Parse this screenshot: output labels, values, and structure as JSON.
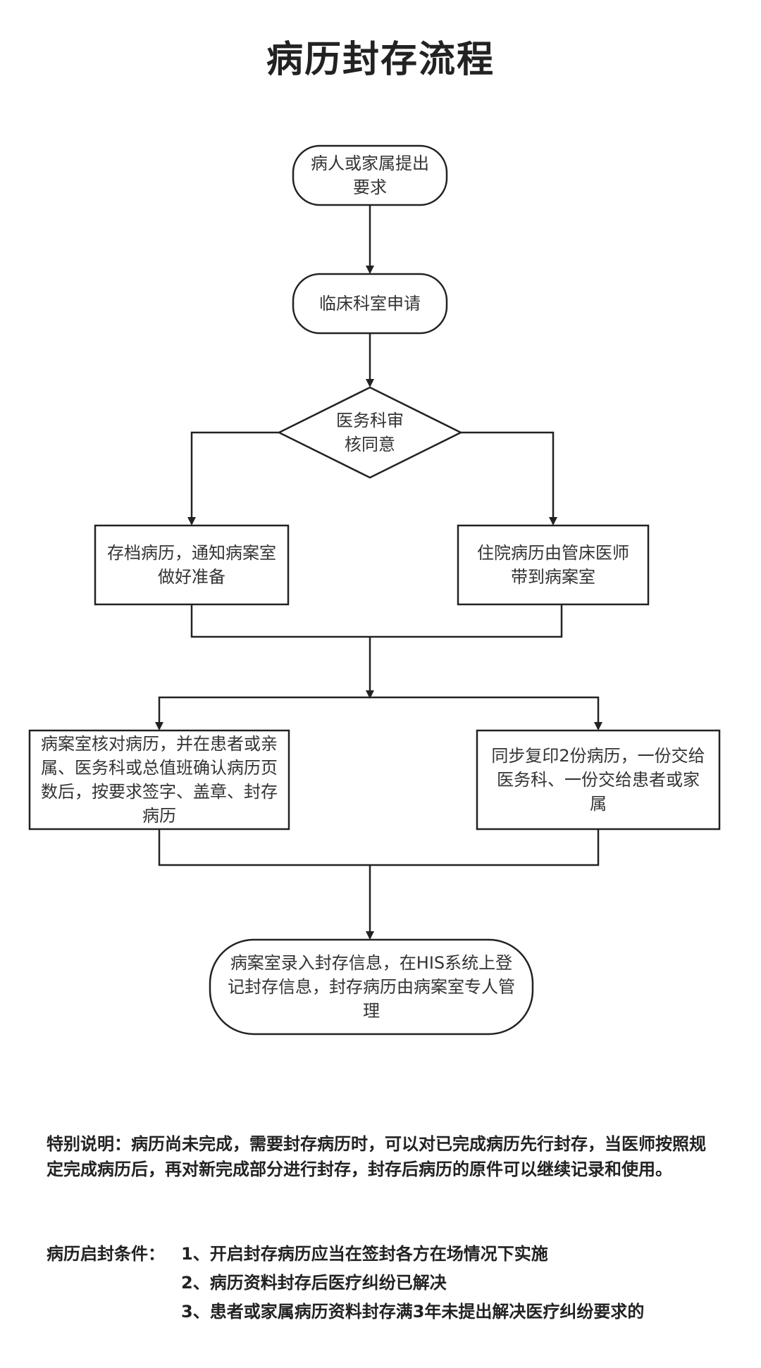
{
  "title": "病历封存流程",
  "flow": {
    "start": "病人或家属提出要求",
    "apply": "临床科室申请",
    "decision": "医务科审核同意",
    "left_branch": "存档病历，通知病案室做好准备",
    "right_branch": "住院病历由管床医师带到病案室",
    "verify": "病案室核对病历，并在患者或亲属、医务科或总值班确认病历页数后，按要求签字、盖章、封存病历",
    "copy": "同步复印2份病历，一份交给医务科、一份交给患者或家属",
    "end": "病案室录入封存信息，在HIS系统上登记封存信息，封存病历由病案室专人管理"
  },
  "notes": {
    "special": "特别说明：病历尚未完成，需要封存病历时，可以对已完成病历先行封存，当医师按照规定完成病历后，再对新完成部分进行封存，封存后病历的原件可以继续记录和使用。",
    "conditions_label": "病历启封条件：",
    "conditions": [
      "1、开启封存病历应当在签封各方在场情况下实施",
      "2、病历资料封存后医疗纠纷已解决",
      "3、患者或家属病历资料封存满3年未提出解决医疗纠纷要求的"
    ]
  }
}
